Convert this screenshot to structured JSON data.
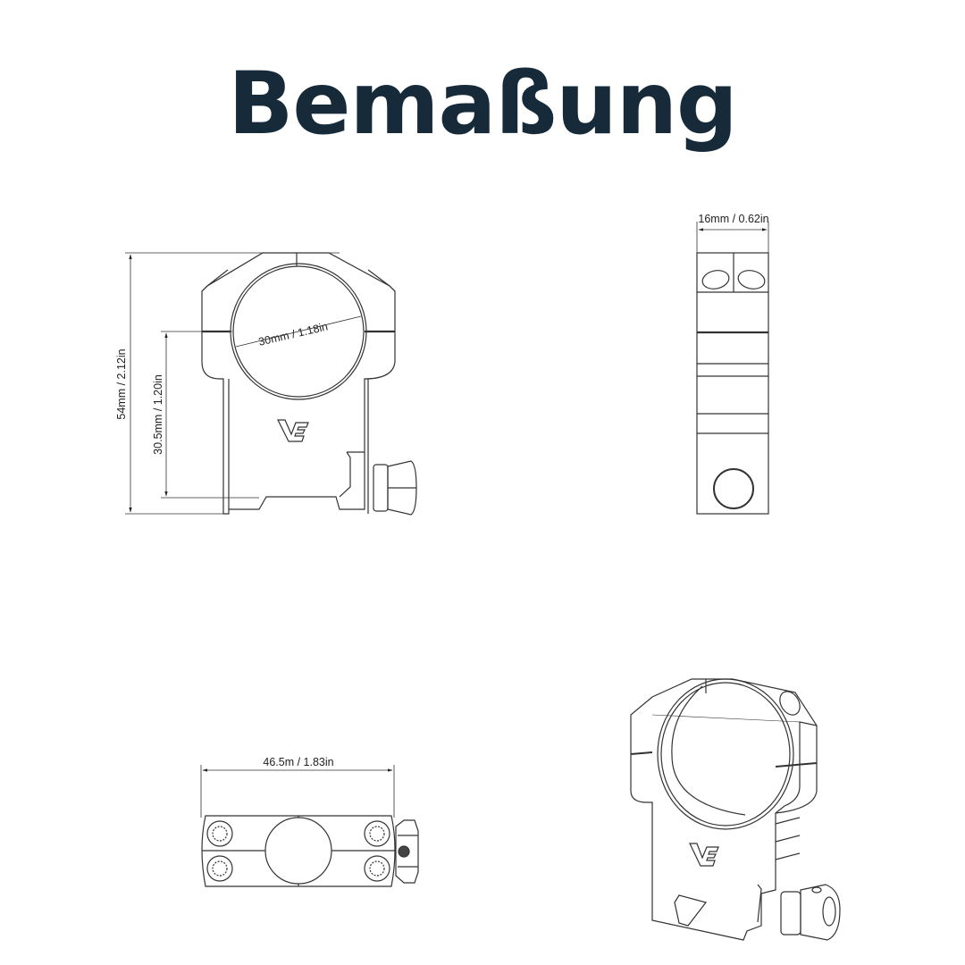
{
  "header": {
    "title": "Bemaßung"
  },
  "views": {
    "front": {
      "total_height_label": "54mm /  2.12in",
      "center_height_label": "30.5mm / 1.20in",
      "ring_diameter_label": "30mm / 1.18in",
      "logo": "VE"
    },
    "side": {
      "width_label": "16mm / 0.62in"
    },
    "top": {
      "length_label": "46.5m / 1.83in"
    },
    "isometric": {
      "logo": "VE"
    }
  },
  "colors": {
    "title": "#162a3a",
    "line": "#333333"
  }
}
